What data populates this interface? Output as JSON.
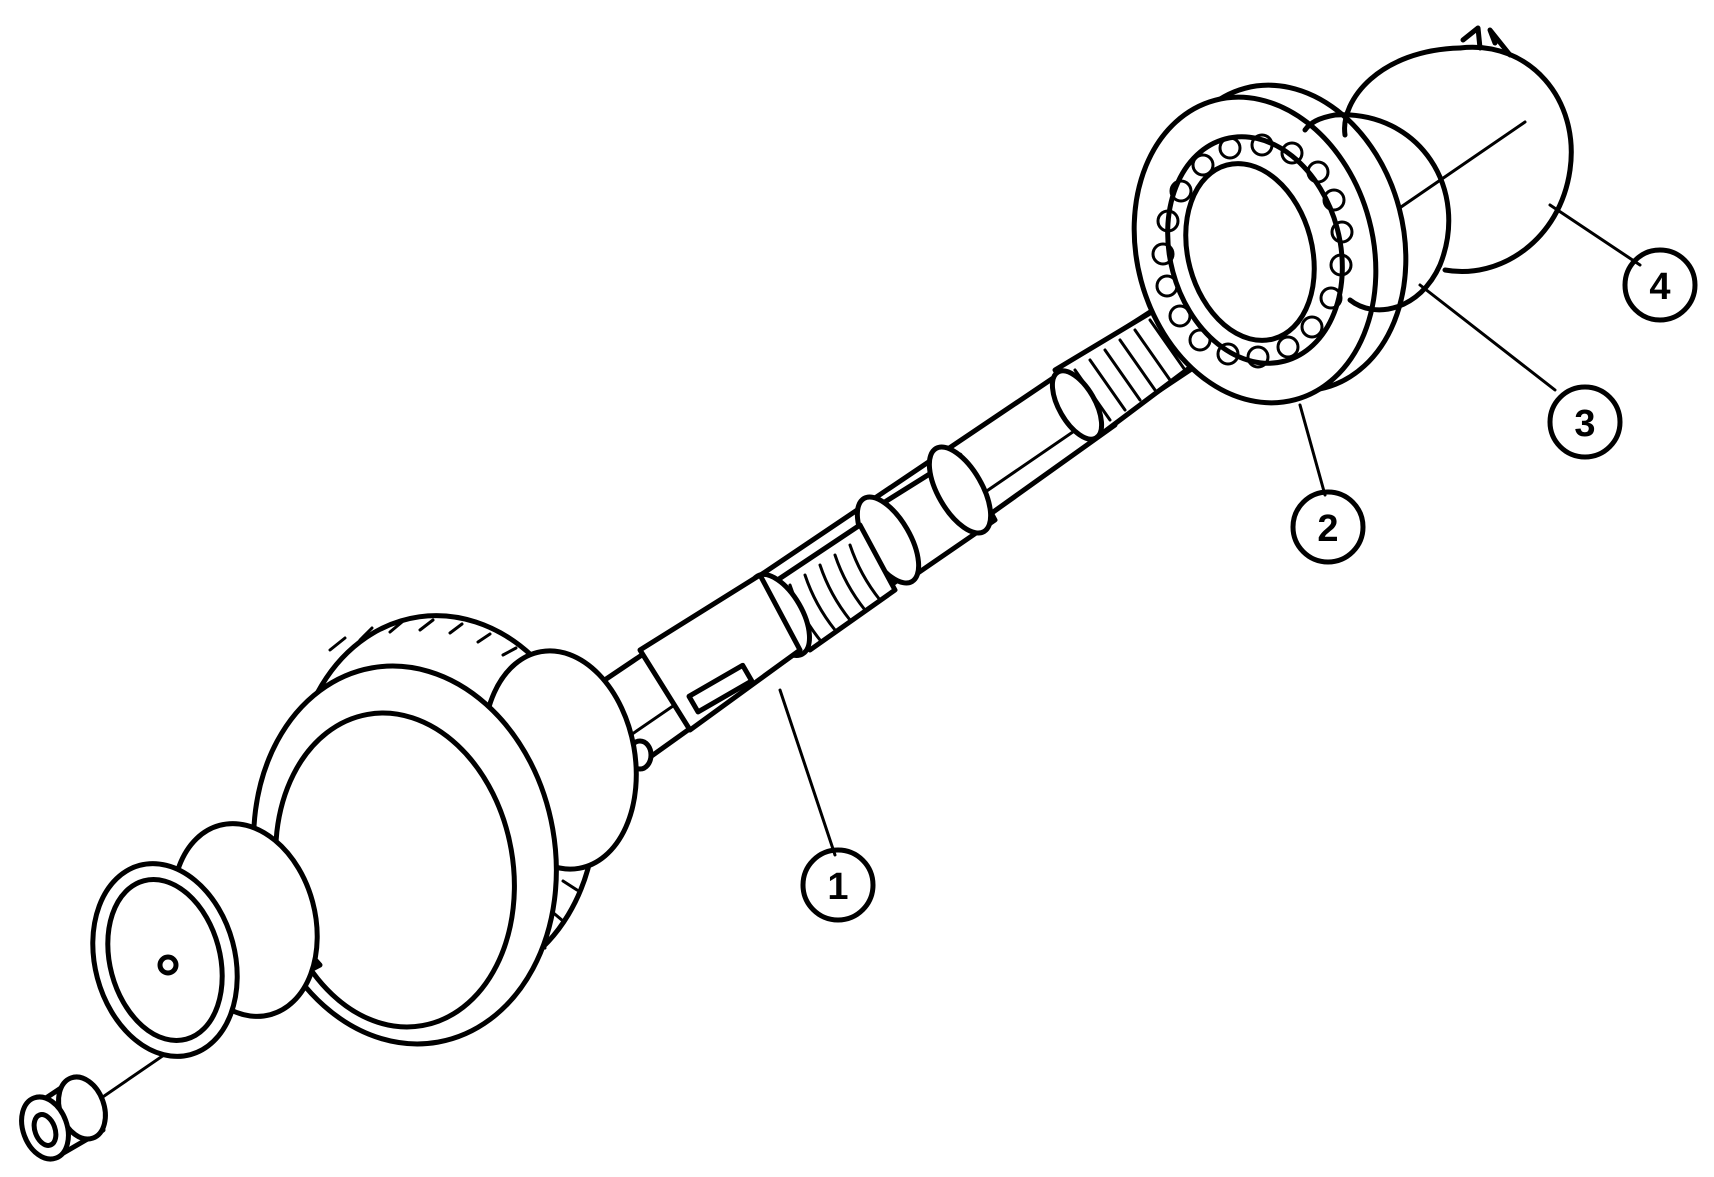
{
  "callouts": [
    {
      "label": "1"
    },
    {
      "label": "2"
    },
    {
      "label": "3"
    },
    {
      "label": "4"
    }
  ]
}
